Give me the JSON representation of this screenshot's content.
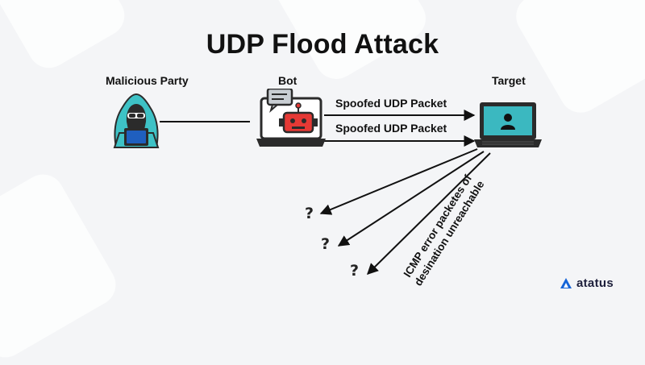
{
  "title": "UDP Flood Attack",
  "nodes": {
    "attacker": "Malicious Party",
    "bot": "Bot",
    "target": "Target"
  },
  "packets": {
    "first": "Spoofed UDP Packet",
    "second": "Spoofed UDP Packet"
  },
  "response": {
    "line1": "ICMP error packetes of",
    "line2": "desination unreachable",
    "unknown_glyph": "?"
  },
  "brand": {
    "name": "atatus",
    "color": "#1565d8"
  },
  "colors": {
    "hood": "#3ec2c6",
    "bot_face": "#e53935",
    "screen": "#3bb8c0",
    "dark": "#2b2b2b"
  },
  "icons": [
    "hacker-icon",
    "bot-laptop-icon",
    "target-laptop-icon",
    "question-mark-icon",
    "atatus-logo-icon"
  ]
}
